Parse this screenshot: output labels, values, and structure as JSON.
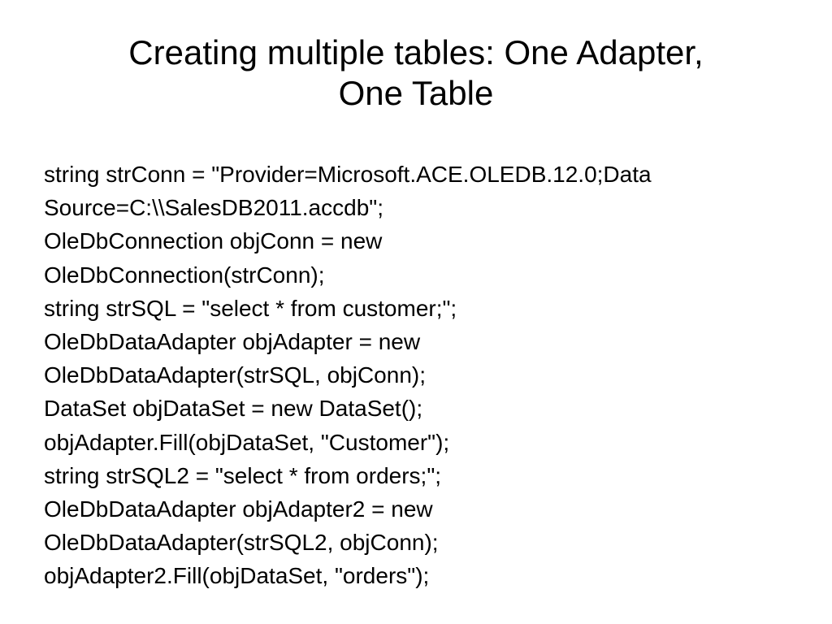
{
  "slide": {
    "title_lines": [
      "Creating multiple tables: One Adapter,",
      "One Table"
    ],
    "body_lines": [
      "string strConn = \"Provider=Microsoft.ACE.OLEDB.12.0;Data",
      "Source=C:\\\\SalesDB2011.accdb\";",
      "OleDbConnection objConn = new",
      "OleDbConnection(strConn);",
      "string strSQL = \"select * from customer;\";",
      "OleDbDataAdapter objAdapter = new",
      "OleDbDataAdapter(strSQL, objConn);",
      "DataSet objDataSet = new DataSet();",
      "objAdapter.Fill(objDataSet, \"Customer\");",
      "string strSQL2 = \"select * from orders;\";",
      "OleDbDataAdapter objAdapter2 = new",
      "OleDbDataAdapter(strSQL2, objConn);",
      "objAdapter2.Fill(objDataSet, \"orders\");"
    ]
  }
}
